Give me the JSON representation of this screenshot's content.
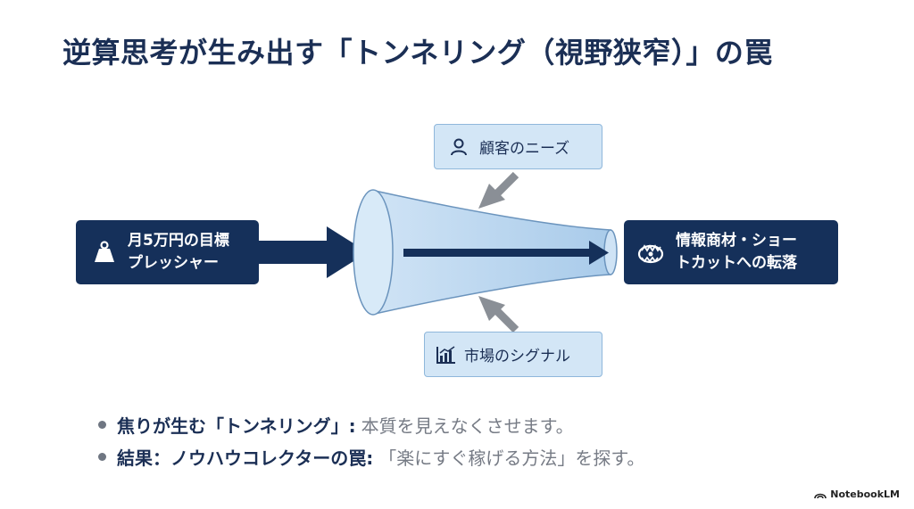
{
  "title": "逆算思考が生み出す「トンネリング（視野狭窄）」の罠",
  "diagram": {
    "left_box": {
      "line1": "月5万円の目標",
      "line2": "プレッシャー",
      "icon": "weight-icon"
    },
    "top_box": {
      "label": "顧客のニーズ",
      "icon": "user-icon"
    },
    "bottom_box": {
      "label": "市場のシグナル",
      "icon": "bar-chart-icon"
    },
    "right_box": {
      "line1": "情報商材・ショー",
      "line2": "トカットへの転落",
      "icon": "trap-icon"
    }
  },
  "bullets": [
    {
      "strong": "焦りが生む「トンネリング」:",
      "rest": "本質を見えなくさせます。"
    },
    {
      "strong": "結果：ノウハウコレクターの罠:",
      "rest": "「楽にすぐ稼げる方法」を探す。"
    }
  ],
  "logo": {
    "text": "NotebookLM"
  },
  "colors": {
    "navy": "#15305a",
    "light_blue": "#d3e6f6",
    "gray_arrow": "#8a8f96"
  }
}
